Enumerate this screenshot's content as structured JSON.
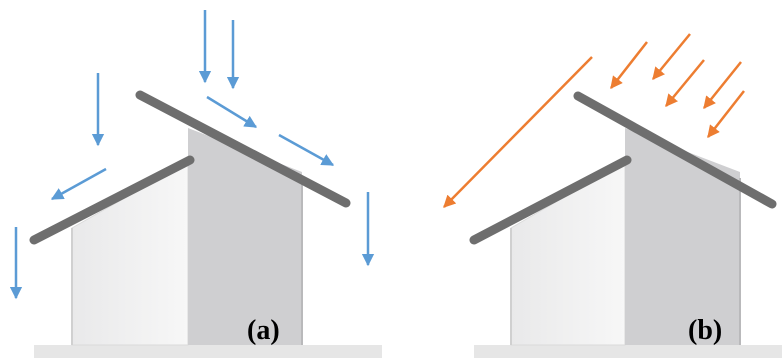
{
  "panels": [
    {
      "id": "a",
      "label": "(a)",
      "arrow_color": "#5b9bd5"
    },
    {
      "id": "b",
      "label": "(b)",
      "arrow_color": "#ed7d31"
    }
  ],
  "colors": {
    "roof": "#6e6e6e",
    "wall_light": "#f3f3f3",
    "wall_dark": "#cfcfd1",
    "ground": "#e6e6e6"
  }
}
